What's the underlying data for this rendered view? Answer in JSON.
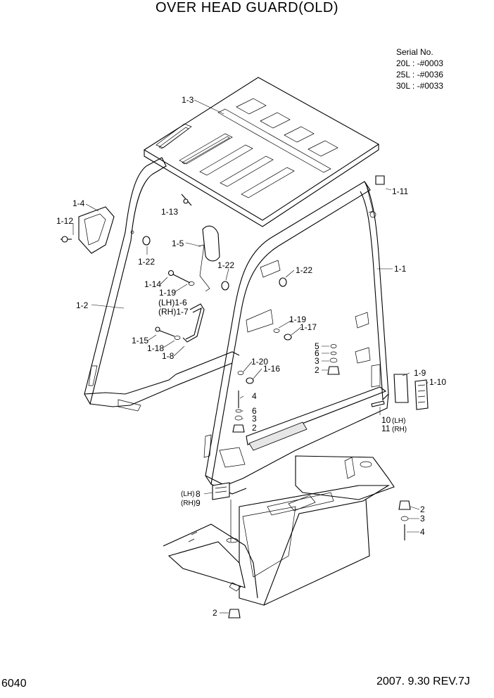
{
  "title": "OVER HEAD GUARD(OLD)",
  "serial": {
    "heading": "Serial No.",
    "lines": [
      "20L : -#0003",
      "25L : -#0036",
      "30L : -#0033"
    ]
  },
  "footer": {
    "page": "6040",
    "revision": "2007. 9.30  REV.7J"
  },
  "callouts": {
    "c1_3": "1-3",
    "c1_4": "1-4",
    "c1_12": "1-12",
    "c1_13": "1-13",
    "c1_11": "1-11",
    "c1_5": "1-5",
    "c1_22a": "1-22",
    "c1_22b": "1-22",
    "c1_22c": "1-22",
    "c1_1": "1-1",
    "c1_14": "1-14",
    "c1_19a": "1-19",
    "c1_6": "(LH)1-6",
    "c1_7": "(RH)1-7",
    "c1_2": "1-2",
    "c1_19b": "1-19",
    "c1_17": "1-17",
    "c1_15": "1-15",
    "c1_18": "1-18",
    "c1_8": "1-8",
    "c5": "5",
    "c6a": "6",
    "c3a": "3",
    "c2a": "2",
    "c1_9": "1-9",
    "c1_10": "1-10",
    "c1_20": "1-20",
    "c1_16": "1-16",
    "c4a": "4",
    "c6b": "6",
    "c3b": "3",
    "c2b": "2",
    "c10": "10",
    "c10s": "(LH)",
    "c11": "11",
    "c11s": "(RH)",
    "c8p": "(LH)",
    "c8": "8",
    "c9p": "(RH)",
    "c9": "9",
    "c2c": "2",
    "c3c": "3",
    "c4c": "4",
    "c2d": "2"
  }
}
